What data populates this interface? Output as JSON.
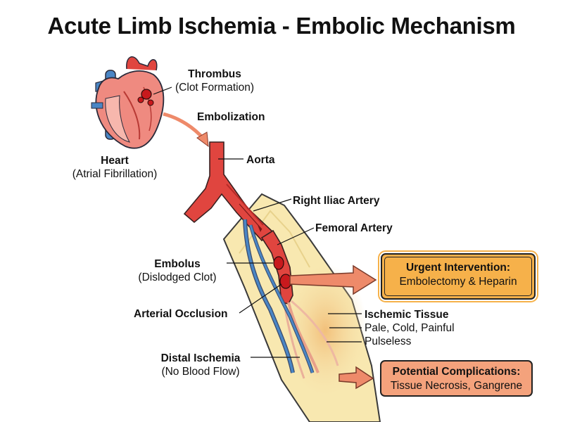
{
  "title": "Acute Limb Ischemia - Embolic Mechanism",
  "labels": {
    "thrombus": {
      "title": "Thrombus",
      "sub": "(Clot Formation)"
    },
    "embolization": "Embolization",
    "heart": {
      "title": "Heart",
      "sub": "(Atrial Fibrillation)"
    },
    "aorta": "Aorta",
    "right_iliac": "Right Iliac Artery",
    "femoral": "Femoral Artery",
    "embolus": {
      "title": "Embolus",
      "sub": "(Dislodged Clot)"
    },
    "occlusion": "Arterial Occlusion",
    "ischemic": {
      "title": "Ischemic Tissue",
      "line1": "Pale, Cold, Painful",
      "line2": "Pulseless"
    },
    "distal": {
      "title": "Distal Ischemia",
      "sub": "(No Blood Flow)"
    }
  },
  "boxes": {
    "urgent": {
      "title": "Urgent Intervention:",
      "text": "Embolectomy & Heparin"
    },
    "complications": {
      "title": "Potential Complications:",
      "text": "Tissue Necrosis, Gangrene"
    }
  },
  "colors": {
    "artery": "#e0453f",
    "artery_dark": "#b52a27",
    "vein": "#4a86c5",
    "clot": "#c8191d",
    "leg": "#f8e8b0",
    "ischemic_zone": "#f3c98a",
    "arrow": "#ee8a6a",
    "urgent_box": "#f6b14a",
    "complication_box": "#f4a27c"
  }
}
